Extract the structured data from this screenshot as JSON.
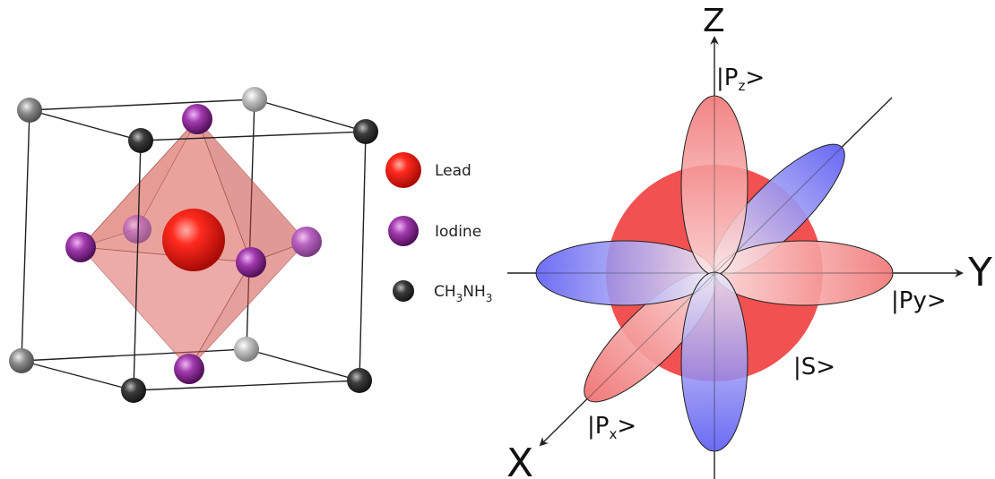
{
  "legend": {
    "lead": "Lead",
    "iodine": "Iodine",
    "ch": "CH",
    "ch_sub": "3",
    "nh": "NH",
    "nh_sub": "3"
  },
  "axes": {
    "z": "Z",
    "y": "Y",
    "x": "X"
  },
  "orbitals": {
    "pz_pre": "|P",
    "pz_sub": "z",
    "pz_post": ">",
    "py": "|Py>",
    "px_pre": "|P",
    "px_sub": "x",
    "px_post": ">",
    "s": "|S>"
  },
  "colors": {
    "lead": "#e8211e",
    "iodine": "#8a2a8e",
    "ch3nh3": "#3a3a3a",
    "octahedron": "#d9554d",
    "s_orbital": "#f25151",
    "lobe_red": "#f07a7a",
    "lobe_blue": "#5b5bff"
  }
}
